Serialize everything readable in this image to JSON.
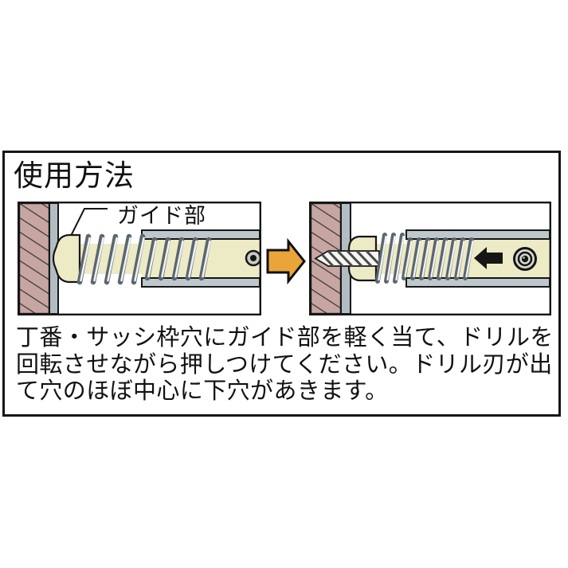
{
  "panel": {
    "title": "使用方法",
    "diagram_label": "ガイド部",
    "instruction_lines": [
      "丁番・サッシ枠穴にガイド部を軽く当て、ドリルを",
      "回転させながら押しつけてください。ドリル刃が出",
      "て穴のほぼ中心に下穴があきます。"
    ]
  },
  "icons": {
    "step_arrow": "orange-right-arrow",
    "push_arrow": "black-left-arrow",
    "chuck_screw": "concentric-screw-head",
    "drill_bit": "twist-drill-bit"
  },
  "colors": {
    "outline": "#161616",
    "wall": "#c7a6a2",
    "frame": "#b2bdc3",
    "sleeve_rail": "#bcc8cc",
    "tool_cream": "#edeac6",
    "spring_dark": "#5c666e",
    "spring_light": "#f0f3f4",
    "step_arrow_orange": "#e9a53a"
  }
}
